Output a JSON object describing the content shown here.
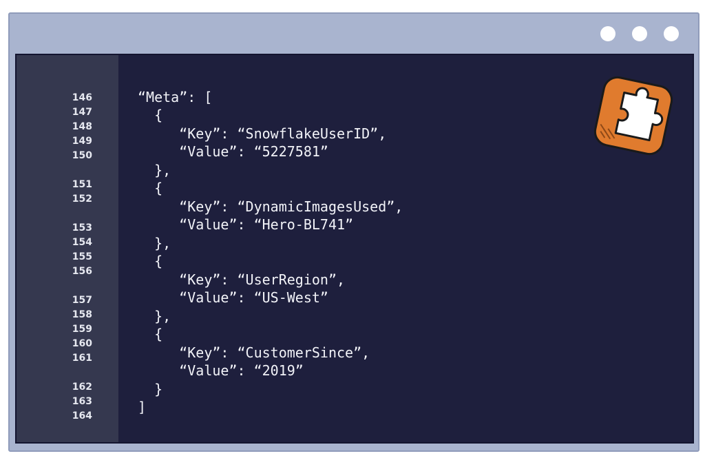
{
  "window": {
    "controls": [
      "dot",
      "dot",
      "dot"
    ]
  },
  "gutter": {
    "line_numbers": [
      "146",
      "147",
      "148",
      "149",
      "150",
      "151",
      "152",
      "153",
      "154",
      "155",
      "156",
      "157",
      "158",
      "159",
      "160",
      "161",
      "162",
      "163",
      "164"
    ]
  },
  "code": {
    "lines": [
      "“Meta”: [",
      "  {",
      "     “Key”: “SnowflakeUserID”,",
      "     “Value”: “5227581”",
      "  },",
      "  {",
      "     “Key”: “DynamicImagesUsed”,",
      "     “Value”: “Hero-BL741”",
      "  },",
      "  {",
      "     “Key”: “UserRegion”,",
      "     “Value”: “US-West”",
      "  },",
      "  {",
      "     “Key”: “CustomerSince”,",
      "     “Value”: “2019”",
      "  }",
      "]"
    ]
  },
  "logo": {
    "icon": "puzzle-piece-icon",
    "color": "#e07b2e"
  }
}
